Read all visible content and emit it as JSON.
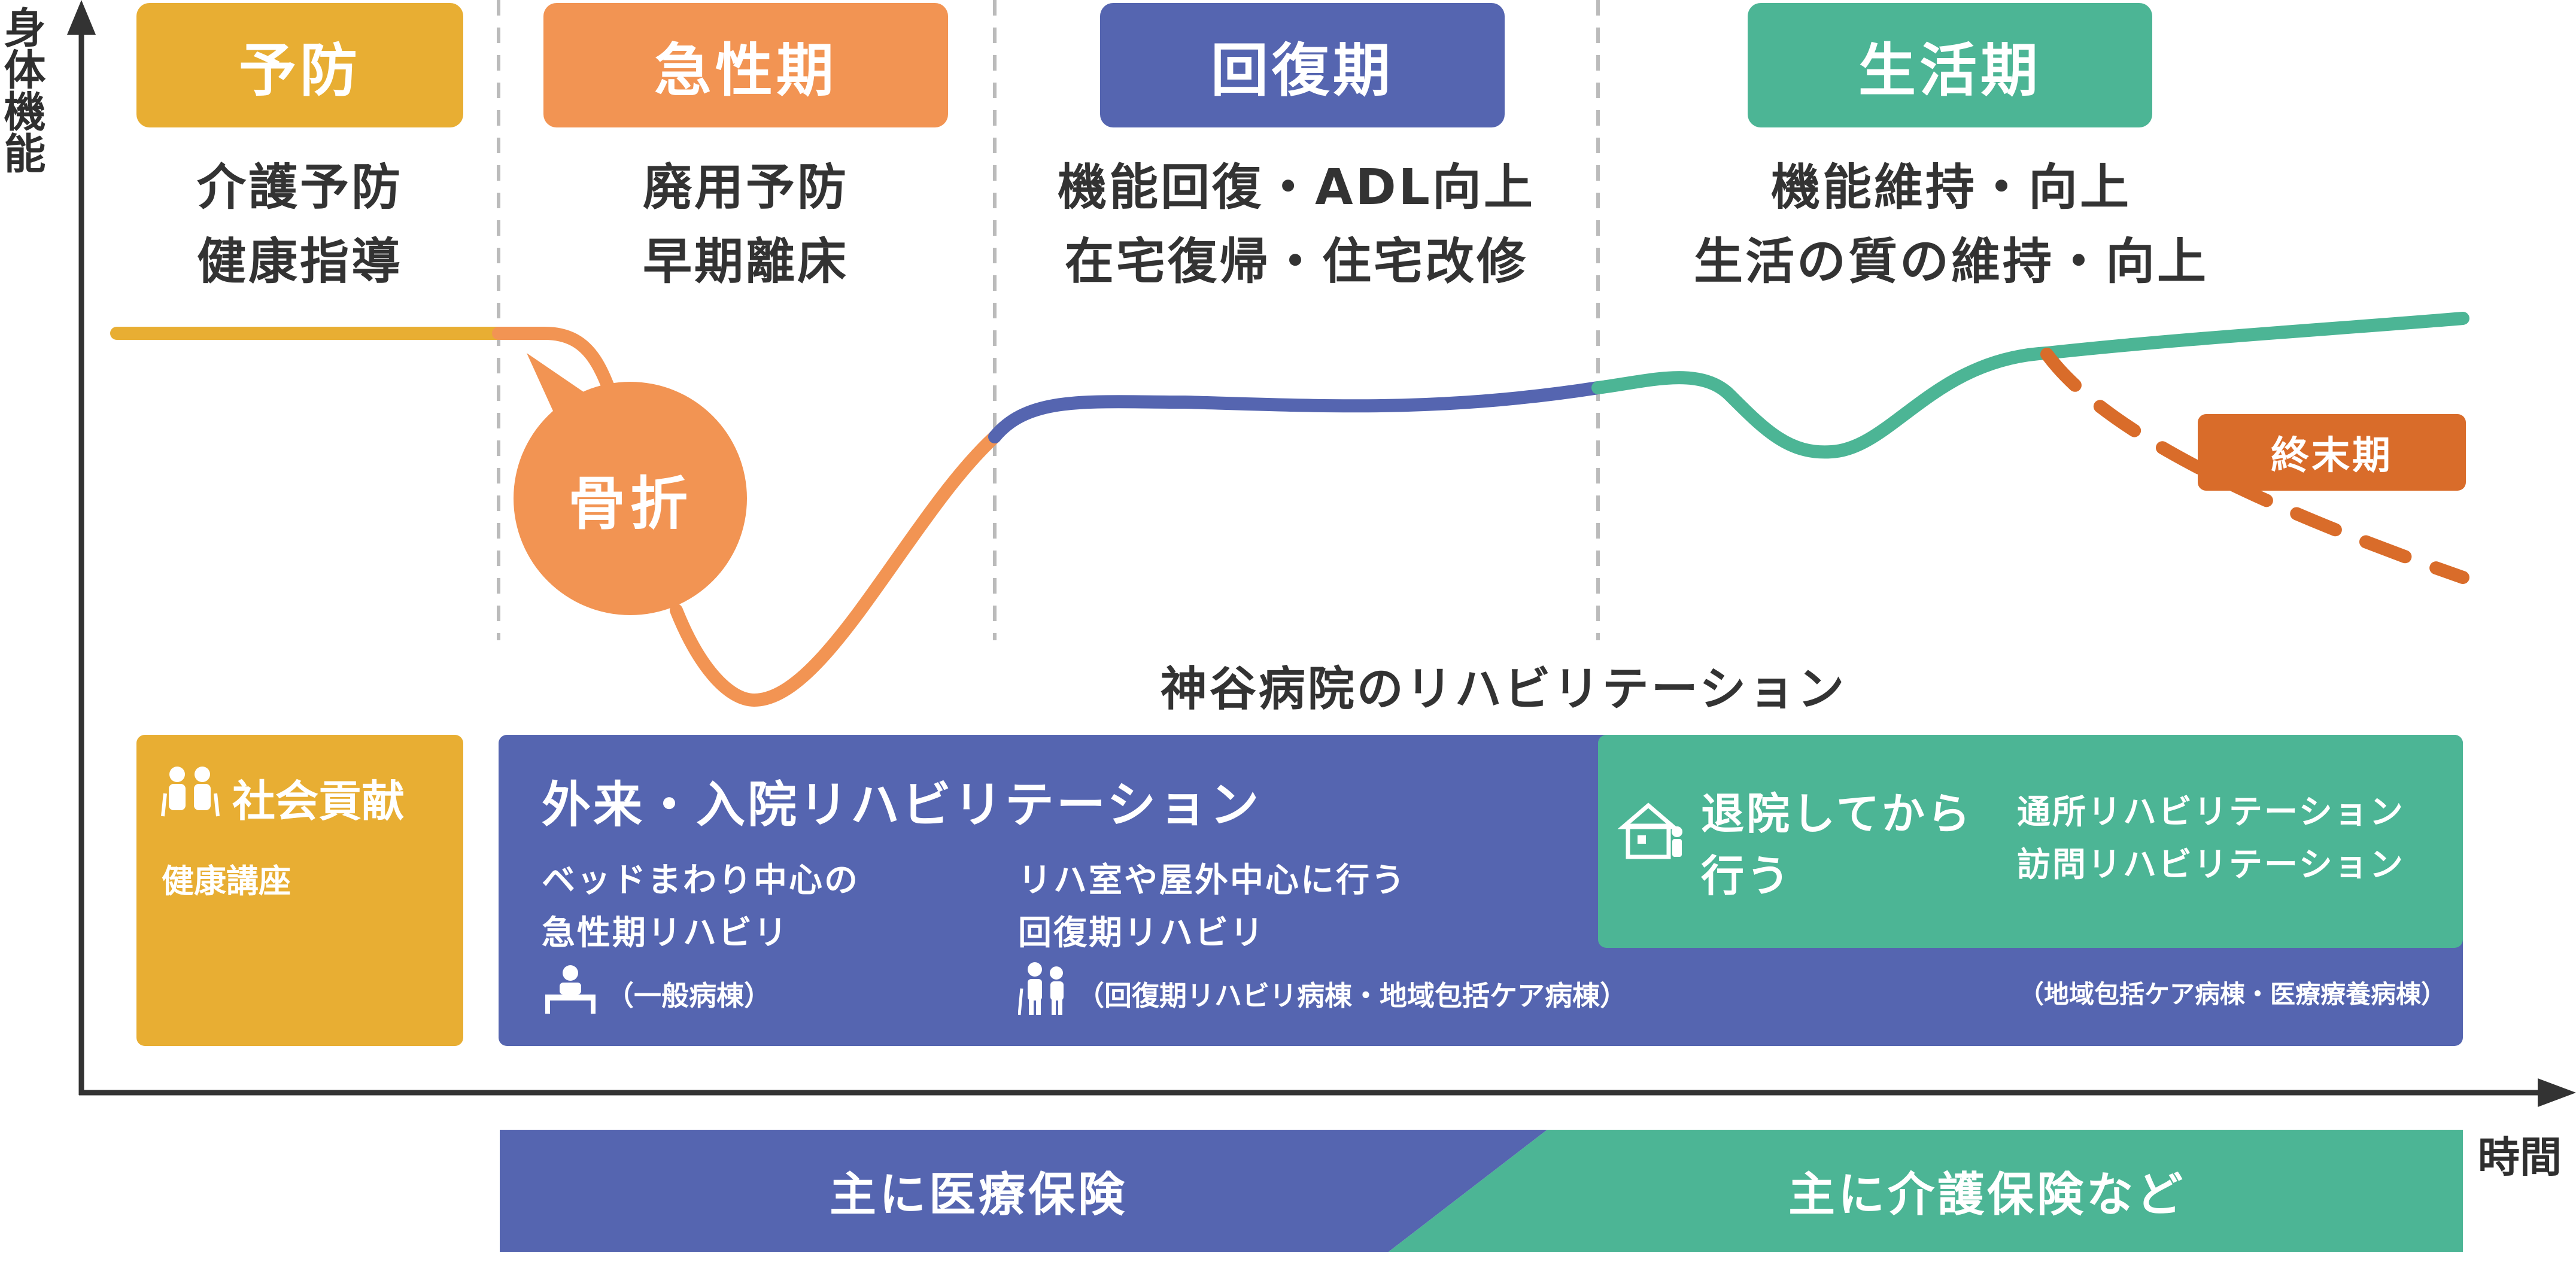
{
  "axes": {
    "y_label": "身体機能",
    "x_label": "時間"
  },
  "phases": [
    {
      "label": "予防",
      "desc": [
        "介護予防",
        "健康指導"
      ],
      "color": "#e8ae33"
    },
    {
      "label": "急性期",
      "desc": [
        "廃用予防",
        "早期離床"
      ],
      "color": "#f29453"
    },
    {
      "label": "回復期",
      "desc": [
        "機能回復・ADL向上",
        "在宅復帰・住宅改修"
      ],
      "color": "#5565b0"
    },
    {
      "label": "生活期",
      "desc": [
        "機能維持・向上",
        "生活の質の維持・向上"
      ],
      "color": "#4cb595"
    }
  ],
  "events": {
    "fracture": "骨折",
    "terminal": "終末期"
  },
  "rehab_title": "神谷病院のリハビリテーション",
  "social": {
    "title": "社会貢献",
    "item": "健康講座"
  },
  "outpatient": {
    "title": "外来・入院リハビリテーション",
    "acute": [
      "ベッドまわり中心の",
      "急性期リハビリ"
    ],
    "acute_ward": "（一般病棟）",
    "recovery": [
      "リハ室や屋外中心に行う",
      "回復期リハビリ"
    ],
    "recovery_ward": "（回復期リハビリ病棟・地域包括ケア病棟）",
    "other_ward": "（地域包括ケア病棟・医療療養病棟）"
  },
  "after_discharge": {
    "title": [
      "退院してから",
      "行う"
    ],
    "items": [
      "通所リハビリテーション",
      "訪問リハビリテーション"
    ]
  },
  "insurance": {
    "medical": "主に医療保険",
    "care": "主に介護保険など"
  },
  "colors": {
    "yellow": "#e8ae33",
    "orange": "#f29453",
    "blue": "#5565b0",
    "green": "#4cb595",
    "terminal": "#d96c2a",
    "axis": "#333333",
    "divider": "#bbbbbb"
  }
}
